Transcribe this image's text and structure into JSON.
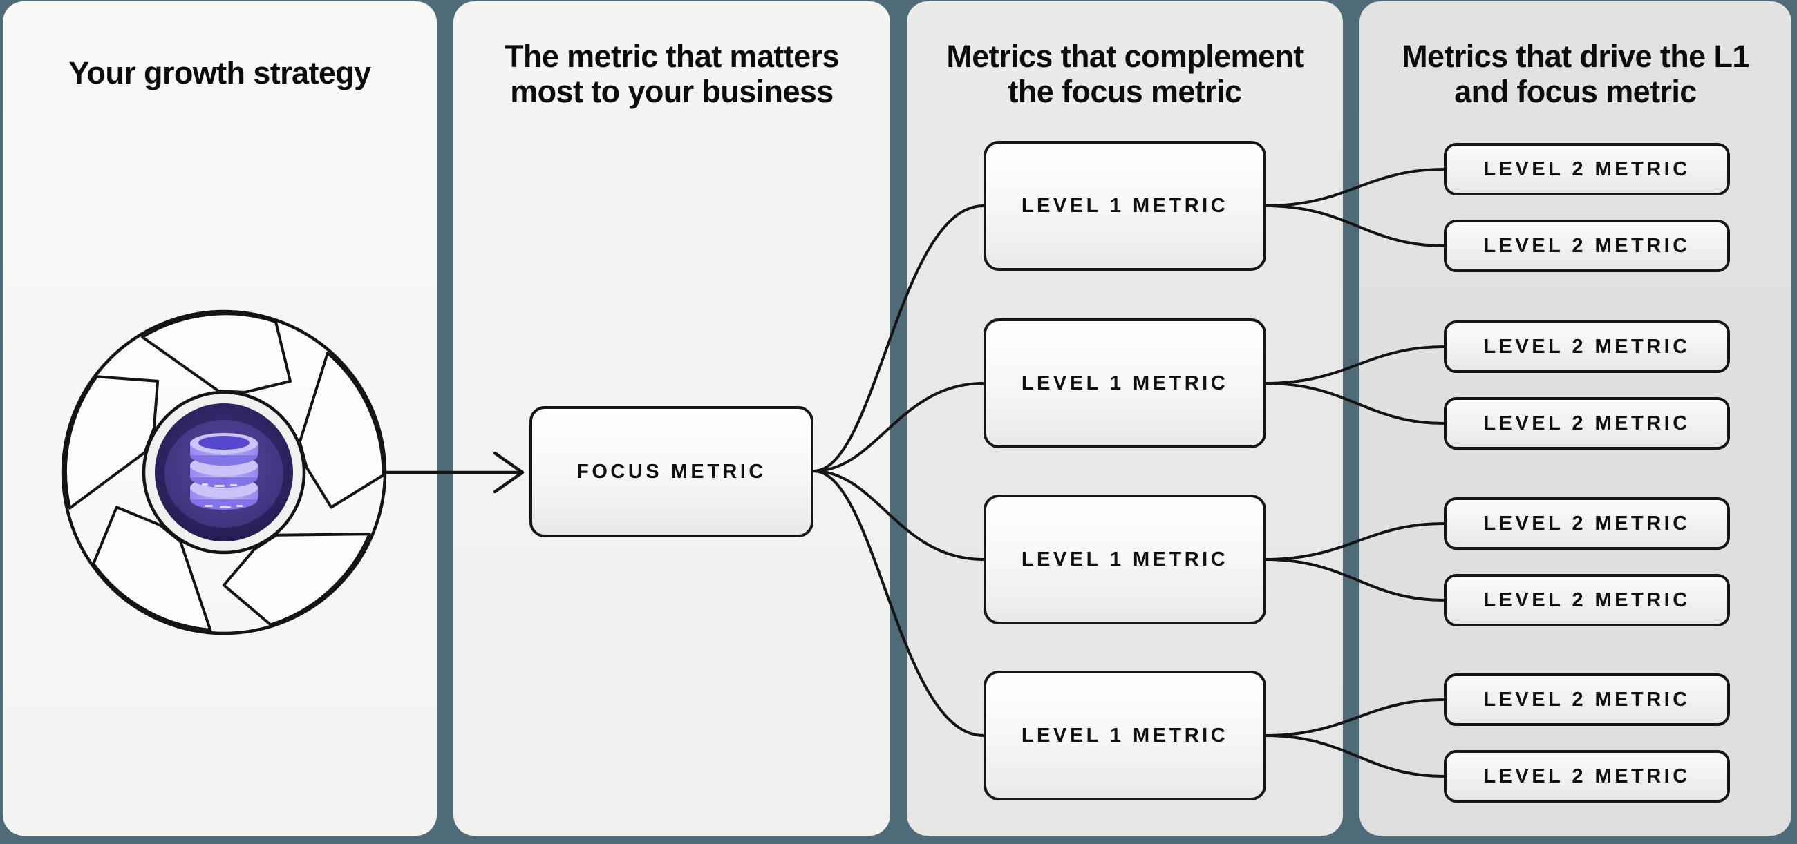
{
  "diagram": {
    "description": "Growth strategy metrics tree",
    "colors": {
      "background": "#4e6b77",
      "stroke": "#141414",
      "card_light": "#f6f6f5",
      "card_dark": "#e0e0df",
      "flywheel_disc_dark": "#241b4e",
      "flywheel_disc_mid": "#37296f",
      "database_light_purple": "#cbc3f9",
      "database_mid_purple": "#9486ef",
      "database_dark_purple": "#5747cd"
    },
    "icons": {
      "flywheel": "flywheel-icon",
      "database": "database-icon",
      "arrow": "right-arrow-icon"
    }
  },
  "columns": [
    {
      "id": "growth-strategy",
      "title_lines": [
        "Your growth strategy"
      ],
      "boxes": []
    },
    {
      "id": "focus-metric",
      "title_lines": [
        "The metric that matters",
        "most to your business"
      ],
      "boxes": [
        "FOCUS METRIC"
      ]
    },
    {
      "id": "level-1-metrics",
      "title_lines": [
        "Metrics that complement",
        "the focus metric"
      ],
      "boxes": [
        "LEVEL 1 METRIC",
        "LEVEL 1 METRIC",
        "LEVEL 1 METRIC",
        "LEVEL 1 METRIC"
      ]
    },
    {
      "id": "level-2-metrics",
      "title_lines": [
        "Metrics that drive the L1",
        "and focus metric"
      ],
      "boxes": [
        "LEVEL 2 METRIC",
        "LEVEL 2 METRIC",
        "LEVEL 2 METRIC",
        "LEVEL 2 METRIC",
        "LEVEL 2 METRIC",
        "LEVEL 2 METRIC",
        "LEVEL 2 METRIC",
        "LEVEL 2 METRIC"
      ]
    }
  ],
  "structure": {
    "flywheel_to_focus_arrows": 1,
    "focus_to_l1_connectors": 4,
    "l1_to_l2_connectors_per_box": 2
  }
}
